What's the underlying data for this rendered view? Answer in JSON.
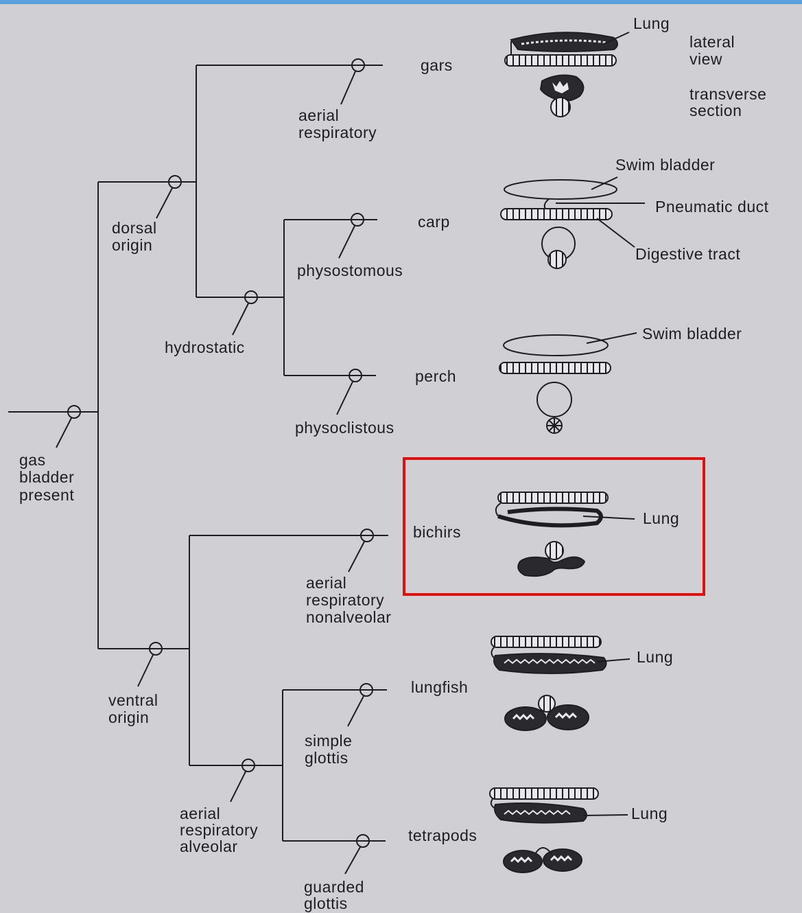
{
  "nodes": {
    "gas_bladder_present": [
      "gas",
      "bladder",
      "present"
    ],
    "dorsal_origin": [
      "dorsal",
      "origin"
    ],
    "hydrostatic": [
      "hydrostatic"
    ],
    "aerial_respiratory_gars": [
      "aerial",
      "respiratory"
    ],
    "physostomous": [
      "physostomous"
    ],
    "physoclistous": [
      "physoclistous"
    ],
    "ventral_origin": [
      "ventral",
      "origin"
    ],
    "aerial_respiratory_nonalveolar": [
      "aerial",
      "respiratory",
      "nonalveolar"
    ],
    "aerial_respiratory_alveolar": [
      "aerial",
      "respiratory",
      "alveolar"
    ],
    "simple_glottis": [
      "simple",
      "glottis"
    ],
    "guarded_glottis": [
      "guarded",
      "glottis"
    ]
  },
  "taxa": {
    "gars": "gars",
    "carp": "carp",
    "perch": "perch",
    "bichirs": "bichirs",
    "lungfish": "lungfish",
    "tetrapods": "tetrapods"
  },
  "annotations": {
    "lung": "Lung",
    "lateral_view": [
      "lateral",
      "view"
    ],
    "transverse_section": [
      "transverse",
      "section"
    ],
    "swim_bladder": "Swim bladder",
    "pneumatic_duct": "Pneumatic duct",
    "digestive_tract": "Digestive tract"
  },
  "highlight_color": "#e01010"
}
